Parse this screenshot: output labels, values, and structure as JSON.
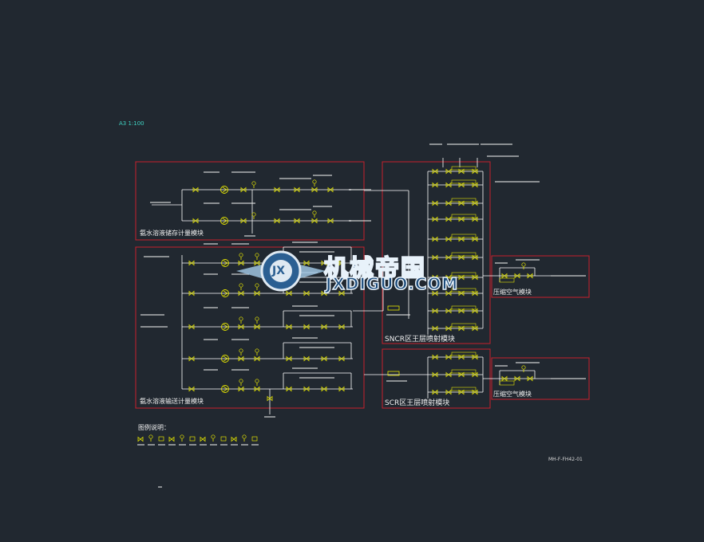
{
  "drawing": {
    "scale_label": "A3 1:100",
    "drawing_number": "MH-F-FH42-01",
    "legend_title": "图例说明："
  },
  "modules": {
    "top_left": "氨水溶液储存计量模块",
    "bottom_left": "氨水溶液输送计量模块",
    "sncr": "SNCR区王层喷射模块",
    "scr": "SCR区王层喷射模块",
    "air_top": "压缩空气模块",
    "air_bottom": "压缩空气模块"
  },
  "watermark": {
    "cn": "机械帝国",
    "en": "JXDIGUO.COM",
    "badge": "JX"
  },
  "colors": {
    "background": "#212830",
    "frame": "#c8202c",
    "pipe": "#ffffff",
    "component": "#e6e600",
    "note": "#e6e6e6"
  }
}
